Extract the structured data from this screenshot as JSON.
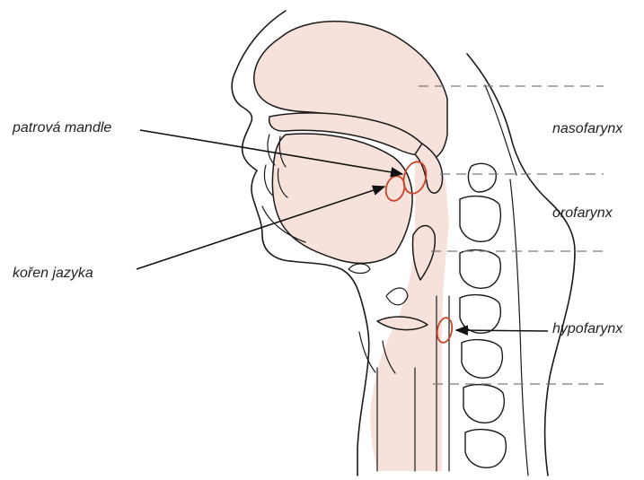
{
  "labels": {
    "left": {
      "patrova_mandle": "patrová mandle",
      "koren_jazyka": "kořen jazyka"
    },
    "right": {
      "nasofarynx": "nasofarynx",
      "orofarynx": "orofarynx",
      "hypofarynx": "hypofarynx"
    }
  },
  "colors": {
    "tissue": "#f6e2da",
    "outline": "#1a1a1a",
    "tonsil_highlight": "#c8442a",
    "divider": "#7a7a7a"
  }
}
